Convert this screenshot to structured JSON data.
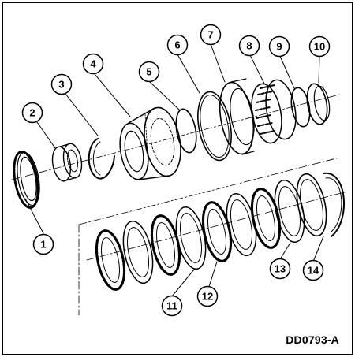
{
  "figure": {
    "id": "DD0793-A",
    "callouts": [
      "1",
      "2",
      "3",
      "4",
      "5",
      "6",
      "7",
      "8",
      "9",
      "10",
      "11",
      "12",
      "13",
      "14"
    ]
  }
}
